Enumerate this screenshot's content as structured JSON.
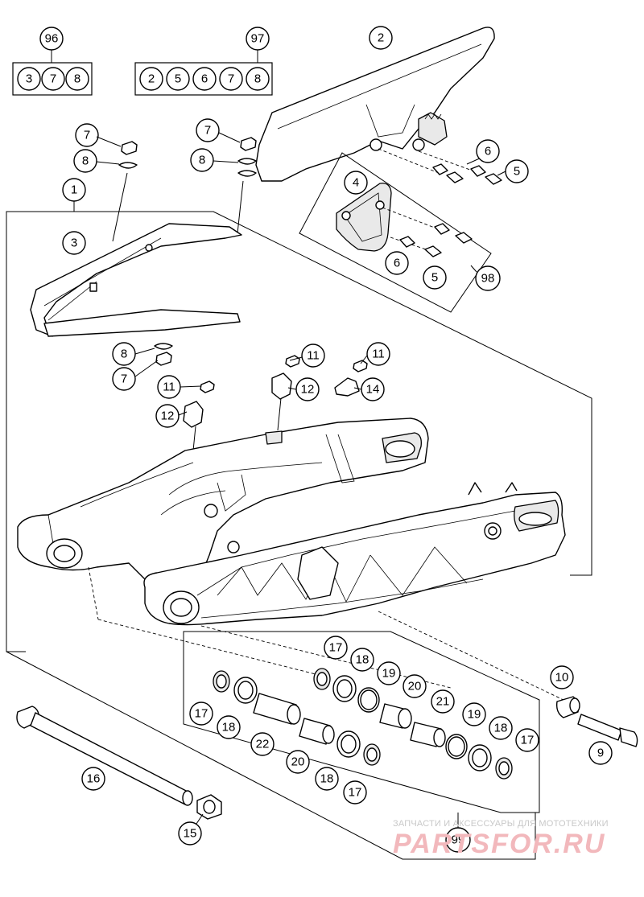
{
  "watermark": {
    "caption": "ЗАПЧАСТИ И АКСЕССУАРЫ ДЛЯ МОТОТЕХНИКИ",
    "logo": "PARTSFOR.RU"
  },
  "kits": [
    {
      "id": "96",
      "contents": [
        "3",
        "7",
        "8"
      ]
    },
    {
      "id": "97",
      "contents": [
        "2",
        "5",
        "6",
        "7",
        "8"
      ]
    }
  ],
  "callouts": {
    "c1": "1",
    "c2": "2",
    "c3": "3",
    "c4": "4",
    "c5a": "5",
    "c5b": "5",
    "c6a": "6",
    "c6b": "6",
    "c7a": "7",
    "c7b": "7",
    "c7c": "7",
    "c8a": "8",
    "c8b": "8",
    "c8c": "8",
    "c9": "9",
    "c10": "10",
    "c11a": "11",
    "c11b": "11",
    "c11c": "11",
    "c12a": "12",
    "c12b": "12",
    "c14": "14",
    "c15": "15",
    "c16": "16",
    "c17a": "17",
    "c17b": "17",
    "c17c": "17",
    "c17d": "17",
    "c18a": "18",
    "c18b": "18",
    "c18c": "18",
    "c18d": "18",
    "c19a": "19",
    "c19b": "19",
    "c20a": "20",
    "c20b": "20",
    "c21": "21",
    "c22": "22",
    "c98": "98",
    "c99": "99"
  }
}
